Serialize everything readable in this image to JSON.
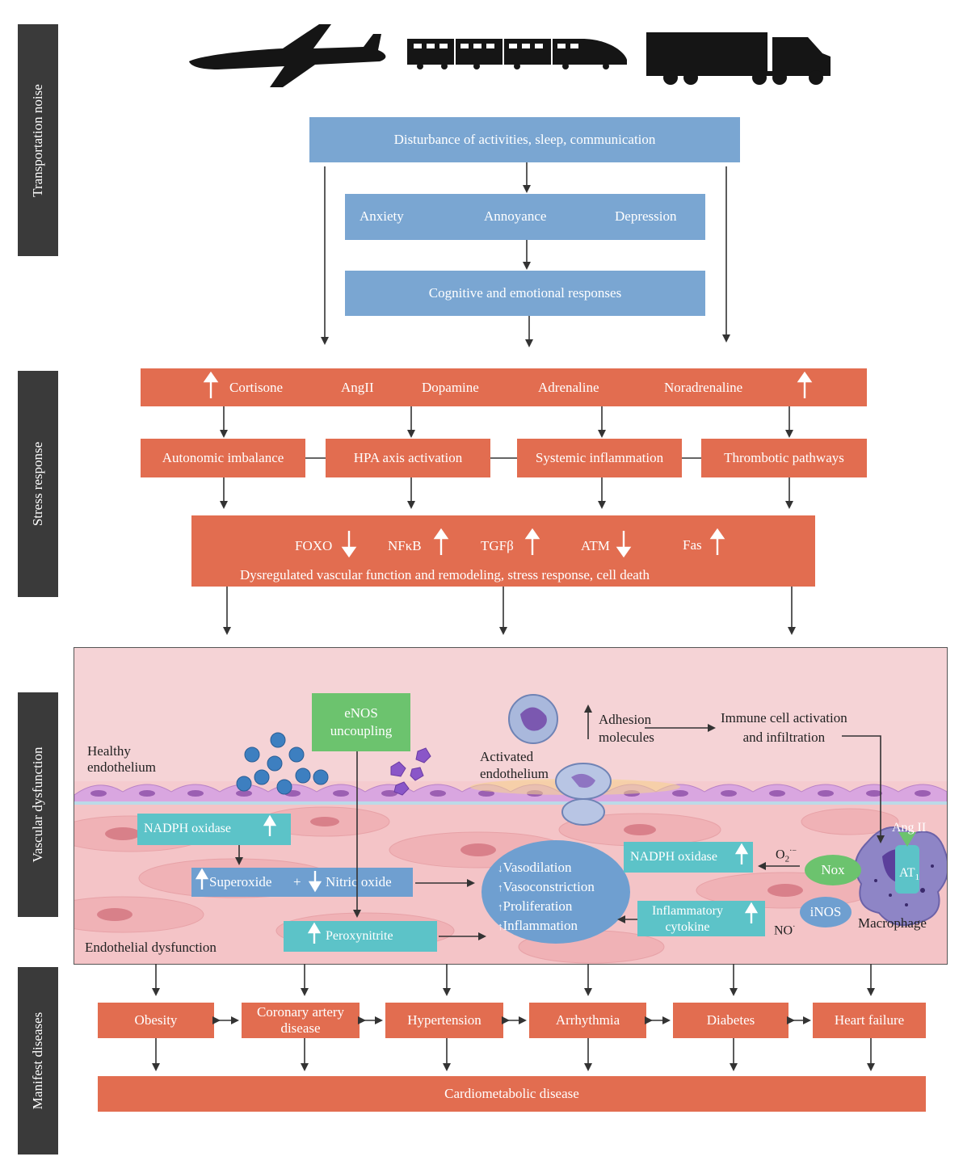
{
  "side_labels": {
    "transport": "Transportation noise",
    "stress": "Stress response",
    "vascular": "Vascular dysfunction",
    "manifest": "Manifest diseases"
  },
  "vehicles": [
    "airplane-icon",
    "train-icon",
    "truck-icon"
  ],
  "blue": {
    "disturbance": "Disturbance of activities, sleep, communication",
    "anxiety": "Anxiety",
    "annoyance": "Annoyance",
    "depression": "Depression",
    "cognitive": "Cognitive and emotional responses"
  },
  "hormones": [
    "Cortisone",
    "AngII",
    "Dopamine",
    "Adrenaline",
    "Noradrenaline"
  ],
  "pathways": [
    "Autonomic imbalance",
    "HPA axis activation",
    "Systemic inflammation",
    "Thrombotic pathways"
  ],
  "markers": [
    {
      "label": "FOXO",
      "dir": "down"
    },
    {
      "label": "NFκB",
      "dir": "up"
    },
    {
      "label": "TGFβ",
      "dir": "up"
    },
    {
      "label": "ATM",
      "dir": "down"
    },
    {
      "label": "Fas",
      "dir": "up"
    }
  ],
  "dysregulated": "Dysregulated vascular function and remodeling, stress response, cell death",
  "vascular": {
    "healthy_1": "Healthy",
    "healthy_2": "endothelium",
    "enos_1": "eNOS",
    "enos_2": "uncoupling",
    "activated_1": "Activated",
    "activated_2": "endothelium",
    "adhesion_1": "Adhesion",
    "adhesion_2": "molecules",
    "immune_1": "Immune cell activation",
    "immune_2": "and infiltration",
    "nadph_left": "NADPH oxidase",
    "superoxide": "Superoxide",
    "plus": "+",
    "nitric_oxide": "Nitric oxide",
    "peroxynitrite": "Peroxynitrite",
    "endo_dysfunction": "Endothelial dysfunction",
    "effects": [
      "Vasodilation",
      "Vasoconstriction",
      "Proliferation",
      "Inflammation"
    ],
    "nadph_right": "NADPH oxidase",
    "o2": "O",
    "o2_sub": "2",
    "o2_sup": "·−",
    "nox": "Nox",
    "inos": "iNOS",
    "no": "NO",
    "no_sup": "·",
    "inflam_1": "Inflammatory",
    "inflam_2": "cytokine",
    "angii": "Ang II",
    "at1": "AT",
    "at1_sub": "1",
    "macrophage": "Macrophage"
  },
  "diseases": [
    "Obesity",
    "Coronary artery disease",
    "Hypertension",
    "Arrhythmia",
    "Diabetes",
    "Heart failure"
  ],
  "cardiometabolic": "Cardiometabolic disease",
  "colors": {
    "blue_box": "#7aa6d2",
    "orange_box": "#e26d50",
    "teal_box": "#5cc3c8",
    "green_box": "#6cc36e",
    "side_bar": "#3a3a3a",
    "tissue": "#f4c9cc"
  }
}
